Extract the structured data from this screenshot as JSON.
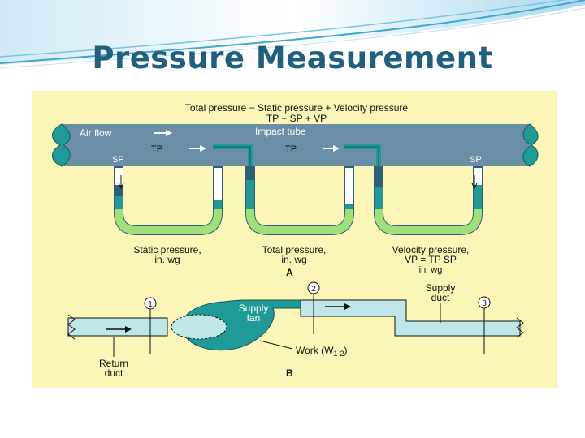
{
  "slide": {
    "title": "Pressure Measurement"
  },
  "colors": {
    "panel": "#fcf5b8",
    "pipe": "#6a8ea6",
    "fluid_dark": "#1f9a96",
    "fluid_light": "#9fe07a",
    "duct": "#bfe6e8",
    "fan": "#1f9a96",
    "accent_banner": "#3fa6d0"
  },
  "diagram": {
    "equation_text": "Total pressure − Static pressure + Velocity pressure",
    "equation_abbrev": "TP − SP + VP",
    "airflow_label": "Air flow",
    "impact_tube_label": "Impact tube",
    "sp_left": "SP",
    "tp_1": "TP",
    "tp_2": "TP",
    "sp_right": "SP",
    "static_label_1": "Static pressure,",
    "static_label_2": "in. wg",
    "total_label_1": "Total pressure,",
    "total_label_2": "in. wg",
    "velocity_label_1": "Velocity pressure,",
    "velocity_label_2": "VP = TP   SP",
    "velocity_label_3": "in. wg",
    "part_a": "A",
    "point_1": "1",
    "point_2": "2",
    "point_3": "3",
    "supply_fan_1": "Supply",
    "supply_fan_2": "fan",
    "supply_duct_1": "Supply",
    "supply_duct_2": "duct",
    "return_duct_1": "Return",
    "return_duct_2": "duct",
    "work_label": "Work (W",
    "work_sub": "1-2",
    "work_close": ")",
    "part_b": "B"
  }
}
